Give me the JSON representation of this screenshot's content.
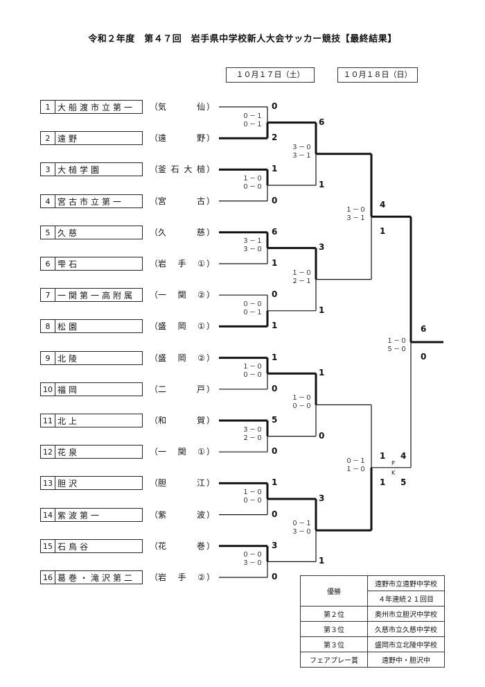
{
  "title": "令和２年度　第４７回　岩手県中学校新人大会サッカー競技【最終結果】",
  "dates": [
    "１０月１７日（土）",
    "１０月１８日（日）"
  ],
  "teams": [
    {
      "no": "1",
      "name": "大船渡市立第一",
      "region": "気仙"
    },
    {
      "no": "2",
      "name": "遠野",
      "region": "遠野"
    },
    {
      "no": "3",
      "name": "大槌学園",
      "region": "釜石大槌"
    },
    {
      "no": "4",
      "name": "宮古市立第一",
      "region": "宮古"
    },
    {
      "no": "5",
      "name": "久慈",
      "region": "久慈"
    },
    {
      "no": "6",
      "name": "雫石",
      "region": "岩手①"
    },
    {
      "no": "7",
      "name": "一関第一高附属",
      "region": "一関②"
    },
    {
      "no": "8",
      "name": "松園",
      "region": "盛岡①"
    },
    {
      "no": "9",
      "name": "北陵",
      "region": "盛岡②"
    },
    {
      "no": "10",
      "name": "福岡",
      "region": "二戸"
    },
    {
      "no": "11",
      "name": "北上",
      "region": "和賀"
    },
    {
      "no": "12",
      "name": "花泉",
      "region": "一関①"
    },
    {
      "no": "13",
      "name": "胆沢",
      "region": "胆江"
    },
    {
      "no": "14",
      "name": "紫波第一",
      "region": "紫波"
    },
    {
      "no": "15",
      "name": "石鳥谷",
      "region": "花巻"
    },
    {
      "no": "16",
      "name": "葛巻・滝沢第二",
      "region": "岩手②"
    }
  ],
  "round1": [
    {
      "top": "0",
      "bottom": "2",
      "halves": [
        "０－１",
        "０－１"
      ]
    },
    {
      "top": "1",
      "bottom": "0",
      "halves": [
        "１－０",
        "０－０"
      ]
    },
    {
      "top": "6",
      "bottom": "1",
      "halves": [
        "３－１",
        "３－０"
      ]
    },
    {
      "top": "0",
      "bottom": "1",
      "halves": [
        "０－０",
        "０－１"
      ]
    },
    {
      "top": "1",
      "bottom": "0",
      "halves": [
        "１－０",
        "０－０"
      ]
    },
    {
      "top": "5",
      "bottom": "0",
      "halves": [
        "３－０",
        "２－０"
      ]
    },
    {
      "top": "1",
      "bottom": "0",
      "halves": [
        "１－０",
        "０－０"
      ]
    },
    {
      "top": "3",
      "bottom": "0",
      "halves": [
        "０－０",
        "３－０"
      ]
    }
  ],
  "round2": [
    {
      "top": "6",
      "bottom": "1",
      "halves": [
        "３－０",
        "３－１"
      ]
    },
    {
      "top": "3",
      "bottom": "1",
      "halves": [
        "１－０",
        "２－１"
      ]
    },
    {
      "top": "1",
      "bottom": "0",
      "halves": [
        "１－０",
        "０－０"
      ]
    },
    {
      "top": "3",
      "bottom": "1",
      "halves": [
        "０－１",
        "３－０"
      ]
    }
  ],
  "semis": [
    {
      "top": "4",
      "bottom": "1",
      "halves": [
        "１－０",
        "３－１"
      ]
    },
    {
      "top": "1",
      "bottom": "1",
      "halves": [
        "０－１",
        "１－０"
      ],
      "pk_top": "4",
      "pk_bottom": "5",
      "pk_label": [
        "P",
        "K"
      ]
    }
  ],
  "final": {
    "top": "6",
    "bottom": "0",
    "halves": [
      "１－０",
      "５－０"
    ]
  },
  "results": [
    {
      "label": "優勝",
      "value": [
        "遠野市立遠野中学校",
        "４年連続２１回目"
      ]
    },
    {
      "label": "第２位",
      "value": [
        "奥州市立胆沢中学校"
      ]
    },
    {
      "label": "第３位",
      "value": [
        "久慈市立久慈中学校"
      ]
    },
    {
      "label": "第３位",
      "value": [
        "盛岡市立北陵中学校"
      ]
    },
    {
      "label": "フェアプレー賞",
      "value": [
        "遠野中・胆沢中"
      ]
    }
  ]
}
